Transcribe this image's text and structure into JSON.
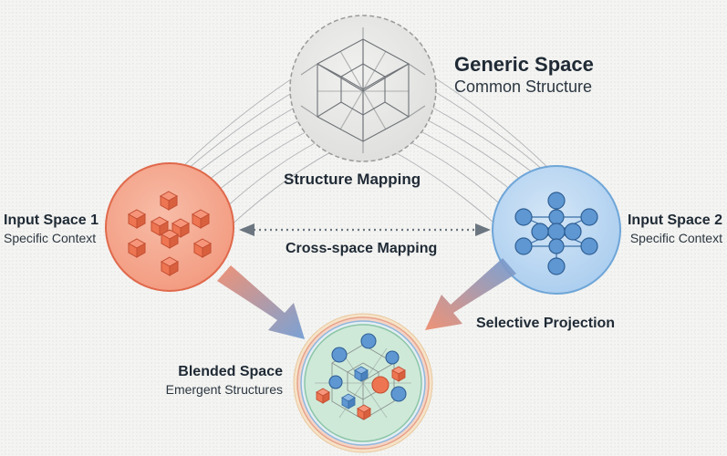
{
  "generic": {
    "title": "Generic Space",
    "subtitle": "Common Structure"
  },
  "input1": {
    "title": "Input Space 1",
    "subtitle": "Specific Context"
  },
  "input2": {
    "title": "Input Space 2",
    "subtitle": "Specific Context"
  },
  "blended": {
    "title": "Blended Space",
    "subtitle": "Emergent Structures"
  },
  "labels": {
    "structure_mapping": "Structure Mapping",
    "cross_space_mapping": "Cross-space Mapping",
    "selective_projection": "Selective Projection"
  },
  "colors": {
    "generic_fill": "#e7e7e5",
    "generic_stroke": "#9a9a9a",
    "input1_fill": "#f4a88e",
    "input1_stroke": "#e0694c",
    "cube_orange": "#ee7551",
    "input2_fill": "#bcd8f1",
    "input2_stroke": "#6fa6d8",
    "node_blue": "#5e97d2",
    "blended_fill": "#cfe9d9",
    "arrow_orange": "#e98a6f",
    "arrow_blue": "#6e9cd3"
  }
}
